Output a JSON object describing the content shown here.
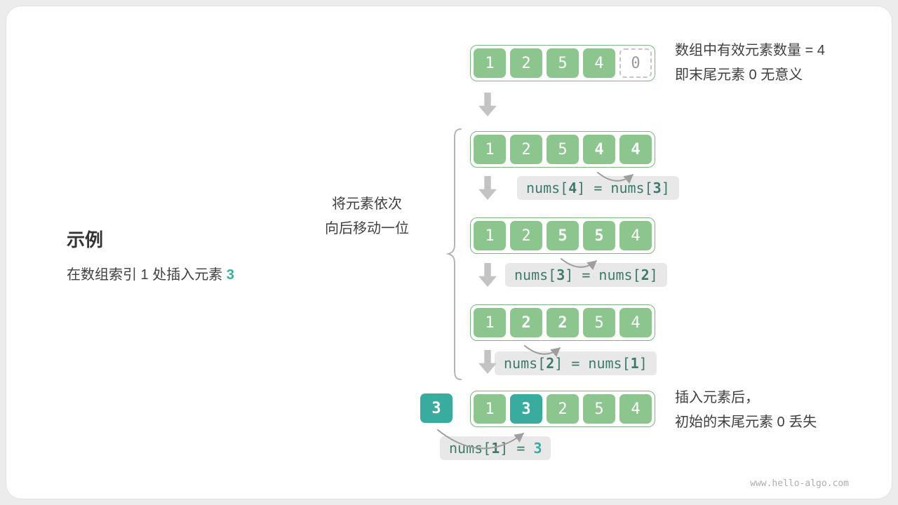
{
  "watermark": "www.hello-algo.com",
  "example": {
    "title": "示例",
    "description": [
      {
        "text": "在数组索引 1 处插入元素 ",
        "style": "normal"
      },
      {
        "text": "3",
        "style": "teal"
      }
    ]
  },
  "side_note": [
    "将元素依次",
    "向后移动一位"
  ],
  "notes_top": [
    "数组中有效元素数量 = 4",
    "即末尾元素 0 无意义"
  ],
  "notes_bottom": [
    "插入元素后，",
    "初始的末尾元素 0 丢失"
  ],
  "inserted_value": "3",
  "rows": [
    {
      "cells": [
        {
          "v": "1"
        },
        {
          "v": "2"
        },
        {
          "v": "5"
        },
        {
          "v": "4"
        },
        {
          "v": "0",
          "ghost": true
        }
      ]
    },
    {
      "cells": [
        {
          "v": "1"
        },
        {
          "v": "2"
        },
        {
          "v": "5"
        },
        {
          "v": "4",
          "bold": true
        },
        {
          "v": "4",
          "bold": true
        }
      ],
      "label": [
        {
          "text": "nums["
        },
        {
          "text": "4",
          "style": "bold"
        },
        {
          "text": "] = nums["
        },
        {
          "text": "3",
          "style": "bold"
        },
        {
          "text": "]"
        }
      ]
    },
    {
      "cells": [
        {
          "v": "1"
        },
        {
          "v": "2"
        },
        {
          "v": "5",
          "bold": true
        },
        {
          "v": "5",
          "bold": true
        },
        {
          "v": "4"
        }
      ],
      "label": [
        {
          "text": "nums["
        },
        {
          "text": "3",
          "style": "bold"
        },
        {
          "text": "] = nums["
        },
        {
          "text": "2",
          "style": "bold"
        },
        {
          "text": "]"
        }
      ]
    },
    {
      "cells": [
        {
          "v": "1"
        },
        {
          "v": "2",
          "bold": true
        },
        {
          "v": "2",
          "bold": true
        },
        {
          "v": "5"
        },
        {
          "v": "4"
        }
      ],
      "label": [
        {
          "text": "nums["
        },
        {
          "text": "2",
          "style": "bold"
        },
        {
          "text": "] = nums["
        },
        {
          "text": "1",
          "style": "bold"
        },
        {
          "text": "]"
        }
      ]
    },
    {
      "cells": [
        {
          "v": "1"
        },
        {
          "v": "3",
          "teal": true,
          "bold": true
        },
        {
          "v": "2"
        },
        {
          "v": "5"
        },
        {
          "v": "4"
        }
      ],
      "label": [
        {
          "text": "nums["
        },
        {
          "text": "1",
          "style": "bold"
        },
        {
          "text": "] = "
        },
        {
          "text": "3",
          "style": "teal"
        }
      ]
    }
  ],
  "colors": {
    "green": "#8CC68E",
    "green-border": "#7DB77F",
    "teal": "#39AC9F",
    "code": "#3E7A6C",
    "label-bg": "#E8E8E8",
    "arrow": "#C3C3C3",
    "line": "#9E9E9E",
    "text": "#3F3F3F",
    "watermark": "#ADADAD"
  }
}
